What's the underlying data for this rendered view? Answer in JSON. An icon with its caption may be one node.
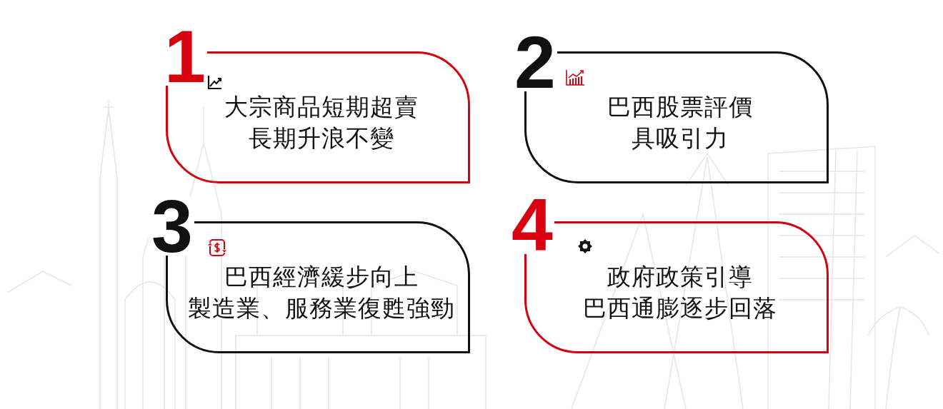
{
  "diagram": {
    "nodes": [
      {
        "text": [
          "1",
          "大宗商品短期超賣長期升浪不變"
        ]
      },
      {
        "text": [
          "2",
          "巴西股票評價具吸引力"
        ]
      },
      {
        "text": [
          "3",
          "巴西經濟緩步向上製造業、服務業復甦強勁"
        ]
      },
      {
        "text": [
          "4",
          "政府政策引導巴西通膨逐步回落"
        ]
      }
    ]
  }
}
